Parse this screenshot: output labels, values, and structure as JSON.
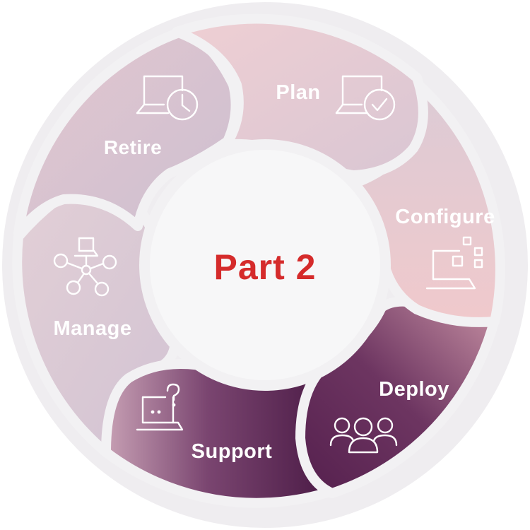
{
  "center": {
    "label": "Part 2",
    "color": "#d52b2b"
  },
  "stages": [
    {
      "id": "plan",
      "label": "Plan",
      "icon": "laptop-check-icon"
    },
    {
      "id": "configure",
      "label": "Configure",
      "icon": "laptop-blocks-icon"
    },
    {
      "id": "deploy",
      "label": "Deploy",
      "icon": "people-group-icon"
    },
    {
      "id": "support",
      "label": "Support",
      "icon": "laptop-question-icon"
    },
    {
      "id": "manage",
      "label": "Manage",
      "icon": "network-hub-icon"
    },
    {
      "id": "retire",
      "label": "Retire",
      "icon": "laptop-clock-icon"
    }
  ],
  "colors": {
    "ring_background": "#efedf0",
    "plan": "#e6c9d0",
    "configure": "#ecc6cc",
    "deploy": "#6f3a62",
    "support": "#5a2652",
    "manage": "#dacbd8",
    "retire": "#d2c2d1",
    "center_fill": "#f7f7f8"
  }
}
